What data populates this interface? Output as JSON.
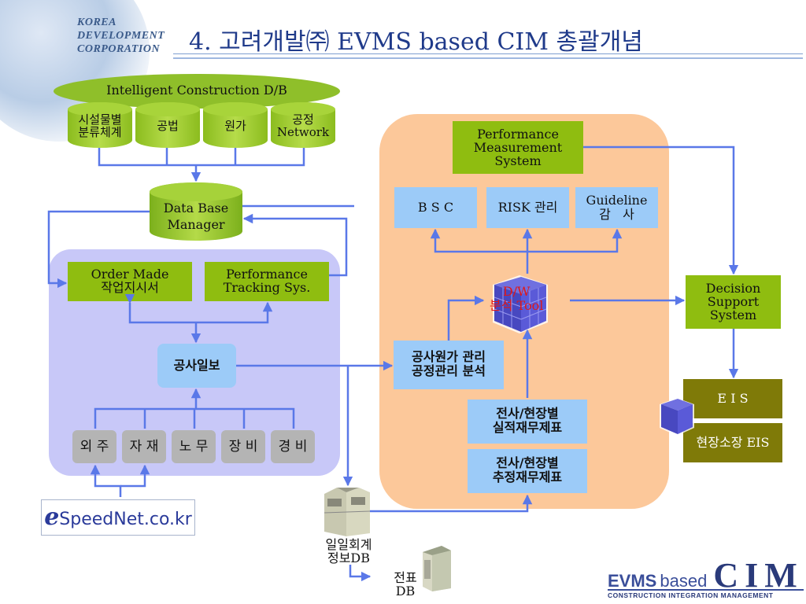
{
  "header": {
    "company_logo": [
      "KOREA",
      "DEVELOPMENT",
      "CORPORATION"
    ],
    "title": "4. 고려개발㈜ EVMS based CIM 총괄개념"
  },
  "intelligent_db": {
    "title": "Intelligent Construction D/B",
    "cylinders": [
      {
        "line1": "시설물별",
        "line2": "분류체계"
      },
      {
        "line1": "공법",
        "line2": ""
      },
      {
        "line1": "원가",
        "line2": ""
      },
      {
        "line1": "공정",
        "line2": "Network"
      }
    ]
  },
  "db_manager": {
    "line1": "Data Base",
    "line2": "Manager"
  },
  "left_panel": {
    "order_made": {
      "line1": "Order Made",
      "line2": "작업지시서"
    },
    "performance_tracking": {
      "line1": "Performance",
      "line2": "Tracking Sys."
    },
    "daily_report": "공사일보",
    "inputs": [
      "외 주",
      "자 재",
      "노 무",
      "장 비",
      "경 비"
    ]
  },
  "espeednet": {
    "prefix": "e",
    "label": "SpeedNet.co.kr"
  },
  "right_panel": {
    "pms": {
      "line1": "Performance",
      "line2": "Measurement",
      "line3": "System"
    },
    "bsc": "B S C",
    "risk": "RISK 관리",
    "guideline": {
      "line1": "Guideline",
      "line2": "감   사"
    },
    "dw_tool": {
      "line1": "D/W",
      "line2": "분석 Tool"
    },
    "cost_mgmt": {
      "line1": "공사원가 관리",
      "line2": "공정관리 분석"
    },
    "actual_fin": {
      "line1": "전사/현장별",
      "line2": "실적재무제표"
    },
    "estimated_fin": {
      "line1": "전사/현장별",
      "line2": "추정재무제표"
    }
  },
  "dss": {
    "line1": "Decision",
    "line2": "Support",
    "line3": "System"
  },
  "eis": "E I S",
  "site_eis": "현장소장 EIS",
  "servers": {
    "daily_accounting": {
      "line1": "일일회계",
      "line2": "정보DB"
    },
    "voucher": {
      "line1": "전표",
      "line2": "DB"
    }
  },
  "footer": {
    "evms": "EVMS",
    "based": "based",
    "cim": "CIM",
    "subtitle": "CONSTRUCTION INTEGRATION MANAGEMENT"
  },
  "colors": {
    "connector": "#5a78e8",
    "green_box": "#8fbd10",
    "blue_box": "#9ccbf8",
    "olive_box": "#7f7a08",
    "orange_panel": "#fcc89a",
    "purple_panel": "#c8c8f8"
  }
}
